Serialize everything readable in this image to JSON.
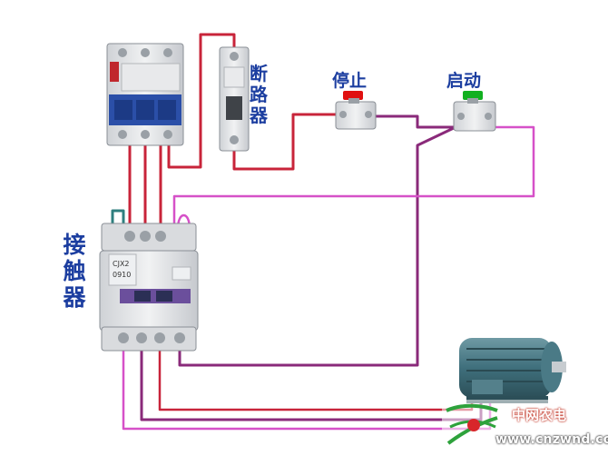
{
  "labels": {
    "breaker": [
      "断",
      "路",
      "器"
    ],
    "stop": "停止",
    "start": "启动",
    "contactor": [
      "接",
      "触",
      "器"
    ]
  },
  "device_markings": {
    "contactor_model": "CJX2",
    "contactor_code": "0910"
  },
  "watermark": {
    "site_name": "中网农电",
    "url": "www.cnzwnd.com"
  },
  "colors": {
    "wire_red": "#c8243a",
    "wire_purple": "#8a2a7a",
    "wire_magenta": "#d651c8",
    "wire_teal": "#2f7f7f",
    "stop_button": "#e01010",
    "start_button": "#12b020",
    "label_blue": "#1c3ea0"
  }
}
